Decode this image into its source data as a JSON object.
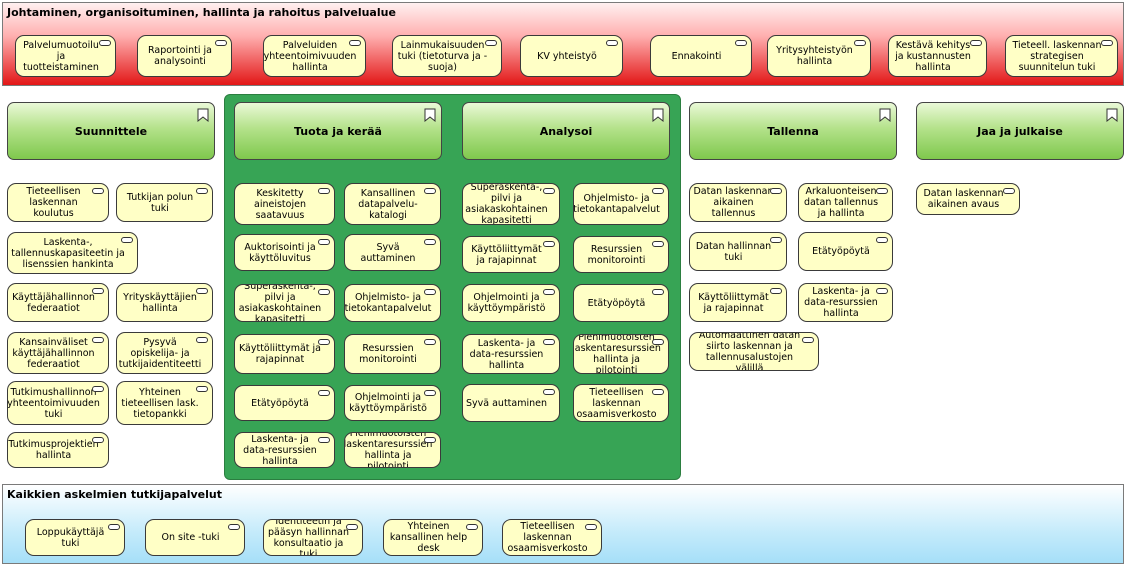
{
  "top_band": {
    "title": "Johtaminen, organisoituminen, hallinta ja rahoitus palvelualue",
    "items": [
      "Palvelumuotoilu ja tuotteistaminen",
      "Raportointi ja analysointi",
      "Palveluiden yhteentoimivuuden hallinta",
      "Lainmukaisuuden tuki (tietoturva ja -suoja)",
      "KV yhteistyö",
      "Ennakointi",
      "Yritysyhteistyön hallinta",
      "Kestävä kehitys ja kustannusten hallinta",
      "Tieteell. laskennan strategisen suunnitelun tuki"
    ]
  },
  "stages": [
    "Suunnittele",
    "Tuota ja kerää",
    "Analysoi",
    "Tallenna",
    "Jaa ja julkaise"
  ],
  "suunnittele": {
    "items": [
      "Tieteellisen laskennan koulutus",
      "Tutkijan polun tuki",
      "Laskenta-, tallennuskapasiteetin ja lisenssien hankinta",
      "Käyttäjähallinnon federaatiot",
      "Yrityskäyttäjien hallinta",
      "Kansainväliset käyttäjähallinnon federaatiot",
      "Pysyvä opiskelija- ja tutkijaidentiteetti",
      "Tutkimushallinnon yhteentoimivuuden tuki",
      "Yhteinen tieteellisen lask. tietopankki",
      "Tutkimusprojektien hallinta"
    ]
  },
  "tuota": {
    "items": [
      "Keskitetty aineistojen saatavuus",
      "Kansallinen datapalvelu-katalogi",
      "Auktorisointi ja käyttöluvitus",
      "Syvä auttaminen",
      "Superaskenta-, pilvi ja asiakaskohtainen kapasitetti",
      "Ohjelmisto- ja tietokantapalvelut",
      "Käyttöliittymät ja rajapinnat",
      "Resurssien monitorointi",
      "Etätyöpöytä",
      "Ohjelmointi ja käyttöympäristö",
      "Laskenta- ja data-resurssien hallinta",
      "Pienimuotoisten laskentaresurssien hallinta ja pilotointi"
    ]
  },
  "analysoi": {
    "items": [
      "Superaskenta-, pilvi ja asiakaskohtainen kapasitetti",
      "Ohjelmisto- ja tietokantapalvelut",
      "Käyttöliittymät ja rajapinnat",
      "Resurssien monitorointi",
      "Ohjelmointi ja käyttöympäristö",
      "Etätyöpöytä",
      "Laskenta- ja data-resurssien hallinta",
      "Pienimuotoisten laskentaresurssien hallinta ja pilotointi",
      "Syvä auttaminen",
      "Tieteellisen laskennan osaamisverkosto"
    ]
  },
  "tallenna": {
    "items": [
      "Datan laskennan aikainen tallennus",
      "Arkaluonteisen datan tallennus ja hallinta",
      "Datan hallinnan tuki",
      "Etätyöpöytä",
      "Käyttöliittymät ja rajapinnat",
      "Laskenta- ja data-resurssien hallinta",
      "Automaattinen datan siirto laskennan ja tallennusalustojen välillä"
    ]
  },
  "jaa": {
    "items": [
      "Datan laskennan aikainen avaus"
    ]
  },
  "bottom_band": {
    "title": "Kaikkien askelmien tutkijapalvelut",
    "items": [
      "Loppukäyttäjä tuki",
      "On site -tuki",
      "Identiteetin ja pääsyn hallinnan konsultaatio ja tuki",
      "Yhteinen kansallinen help desk",
      "Tieteellisen laskennan osaamisverkosto"
    ]
  },
  "colors": {
    "top_band": "#e21616",
    "bottom_band": "#a6dff8",
    "group": "#37a455",
    "stage": "#7fc84d",
    "service": "#ffffc6"
  }
}
